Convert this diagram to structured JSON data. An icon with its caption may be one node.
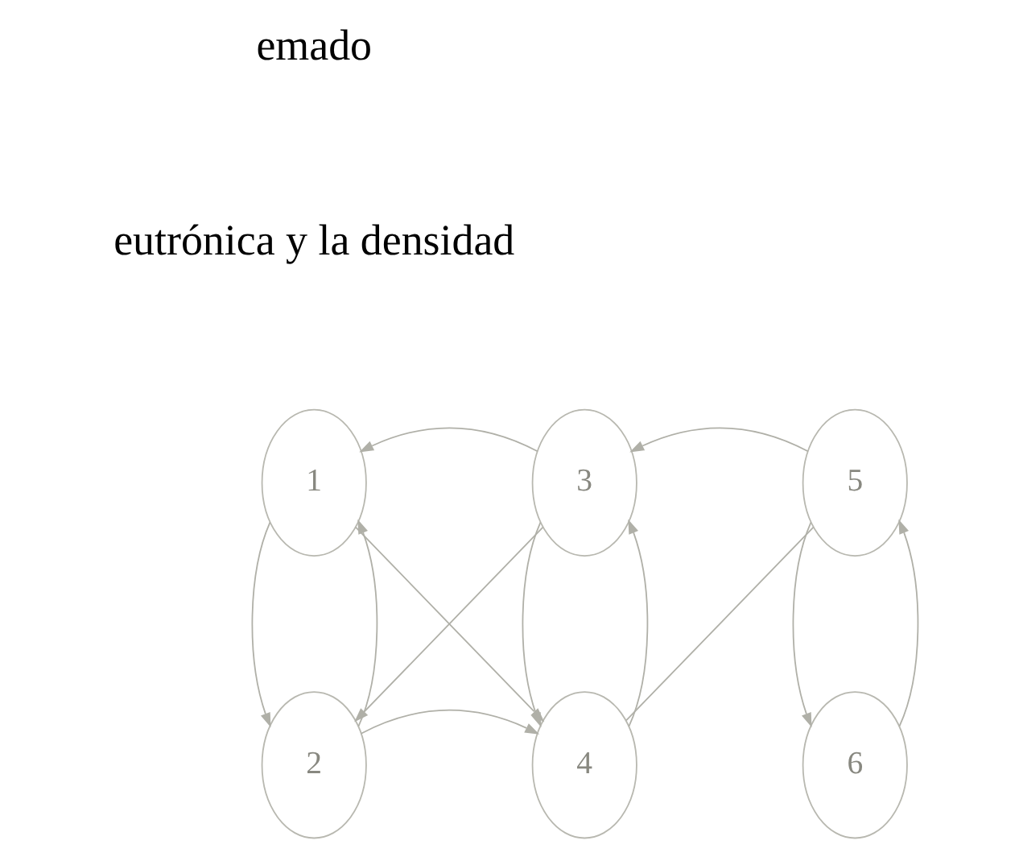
{
  "diagram": {
    "nodes": [
      {
        "text": [
          "1"
        ]
      },
      {
        "text": [
          "3"
        ]
      },
      {
        "text": [
          "5"
        ]
      },
      {
        "text": [
          "2"
        ]
      },
      {
        "text": [
          "4"
        ]
      },
      {
        "text": [
          "6"
        ]
      }
    ],
    "edges": [
      {
        "from": 1,
        "to": 0,
        "arrow": "to"
      },
      {
        "from": 2,
        "to": 1,
        "arrow": "to"
      },
      {
        "from": 0,
        "to": 3,
        "arrow": "to"
      },
      {
        "from": 3,
        "to": 0,
        "arrow": "to"
      },
      {
        "from": 0,
        "to": 4,
        "arrow": "to"
      },
      {
        "from": 1,
        "to": 3,
        "arrow": "to"
      },
      {
        "from": 1,
        "to": 4,
        "arrow": "to"
      },
      {
        "from": 4,
        "to": 1,
        "arrow": "to"
      },
      {
        "from": 4,
        "to": 2,
        "arrow": "none"
      },
      {
        "from": 2,
        "to": 5,
        "arrow": "to"
      },
      {
        "from": 5,
        "to": 2,
        "arrow": "to"
      },
      {
        "from": 3,
        "to": 4,
        "arrow": "to"
      }
    ],
    "labels": [
      "emado",
      "eutrónica y la densidad"
    ]
  }
}
